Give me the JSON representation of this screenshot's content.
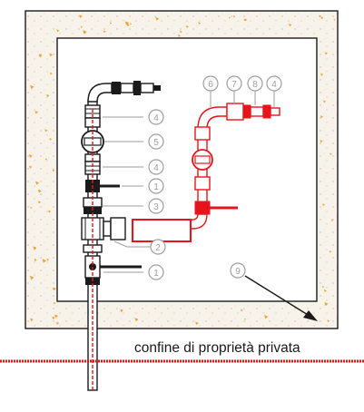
{
  "boundary": {
    "label": "confine di proprietà privata",
    "line_color": "#e0161b"
  },
  "colors": {
    "concrete_fill": "#ece7dc",
    "concrete_speckle": "#f0a030",
    "cold_line": "#1a1a1a",
    "hot_line": "#e8141b",
    "callout": "#9e9e9e"
  },
  "callouts": [
    {
      "id": "c4a",
      "number": "4"
    },
    {
      "id": "c5",
      "number": "5"
    },
    {
      "id": "c4b",
      "number": "4"
    },
    {
      "id": "c1a",
      "number": "1"
    },
    {
      "id": "c3",
      "number": "3"
    },
    {
      "id": "c2",
      "number": "2"
    },
    {
      "id": "c1b",
      "number": "1"
    },
    {
      "id": "c9",
      "number": "9"
    },
    {
      "id": "c6",
      "number": "6"
    },
    {
      "id": "c7",
      "number": "7"
    },
    {
      "id": "c8",
      "number": "8"
    },
    {
      "id": "c4c",
      "number": "4"
    }
  ]
}
